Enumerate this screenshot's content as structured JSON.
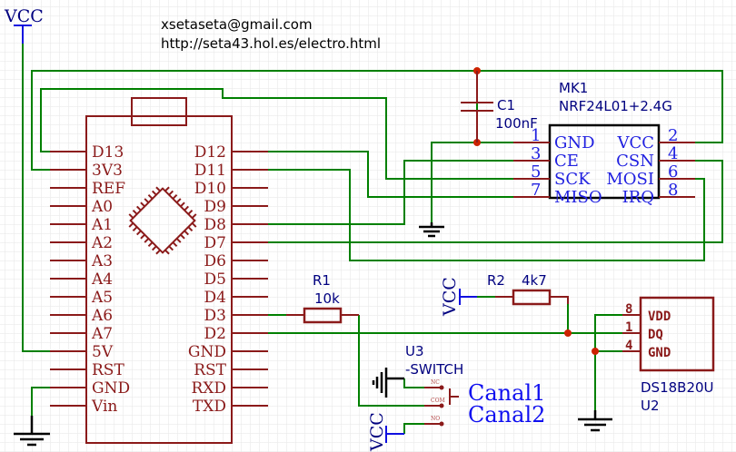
{
  "credits": {
    "email": "xsetaseta@gmail.com",
    "url": "http://seta43.hol.es/electro.html"
  },
  "power": {
    "vcc_label": "VCC"
  },
  "arduino": {
    "left_pins": [
      "D13",
      "3V3",
      "REF",
      "A0",
      "A1",
      "A2",
      "A3",
      "A4",
      "A5",
      "A6",
      "A7",
      "5V",
      "RST",
      "GND",
      "Vin"
    ],
    "right_pins": [
      "D12",
      "D11",
      "D10",
      "D9",
      "D8",
      "D7",
      "D6",
      "D5",
      "D4",
      "D3",
      "D2",
      "GND",
      "RST",
      "RXD",
      "TXD"
    ]
  },
  "c1": {
    "ref": "C1",
    "value": "100nF"
  },
  "mk1": {
    "ref": "MK1",
    "value": "NRF24L01+2.4G",
    "left_pins": [
      {
        "num": "1",
        "name": "GND"
      },
      {
        "num": "3",
        "name": "CE"
      },
      {
        "num": "5",
        "name": "SCK"
      },
      {
        "num": "7",
        "name": "MISO"
      }
    ],
    "right_pins": [
      {
        "num": "2",
        "name": "VCC"
      },
      {
        "num": "4",
        "name": "CSN"
      },
      {
        "num": "6",
        "name": "MOSI"
      },
      {
        "num": "8",
        "name": "IRQ"
      }
    ]
  },
  "r1": {
    "ref": "R1",
    "value": "10k"
  },
  "r2": {
    "ref": "R2",
    "value": "4k7"
  },
  "u3": {
    "ref": "U3",
    "value": "-SWITCH",
    "pins": [
      "NC",
      "COM",
      "NO"
    ],
    "channels": [
      "Canal1",
      "Canal2"
    ]
  },
  "u2": {
    "ref": "U2",
    "value": "DS18B20U",
    "pins": [
      {
        "num": "8",
        "name": "VDD"
      },
      {
        "num": "1",
        "name": "DQ"
      },
      {
        "num": "4",
        "name": "GND"
      }
    ]
  },
  "colors": {
    "wire": "#008000",
    "component": "#8b1a1a",
    "power": "#1010e0",
    "junction": "#cc2200"
  }
}
